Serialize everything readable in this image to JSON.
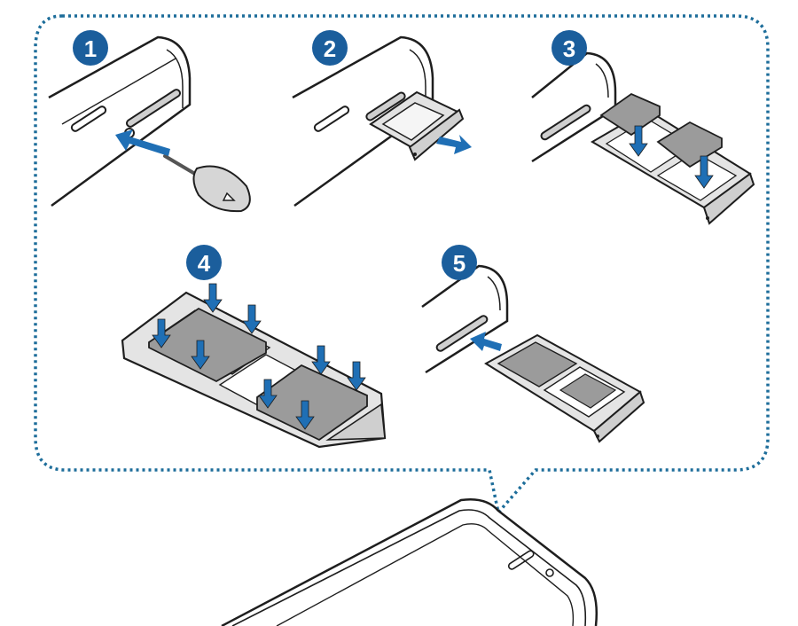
{
  "figure": {
    "title": "",
    "steps": [
      {
        "number": "1"
      },
      {
        "number": "2"
      },
      {
        "number": "3"
      },
      {
        "number": "4"
      },
      {
        "number": "5"
      }
    ]
  },
  "colors": {
    "badge": "#1b5e9c",
    "arrow": "#1f6fb5",
    "callout_border": "#1d6d9a",
    "sim_card": "#9b9b9b",
    "tray": "#dcdcdc",
    "line": "#1e1e1e"
  }
}
